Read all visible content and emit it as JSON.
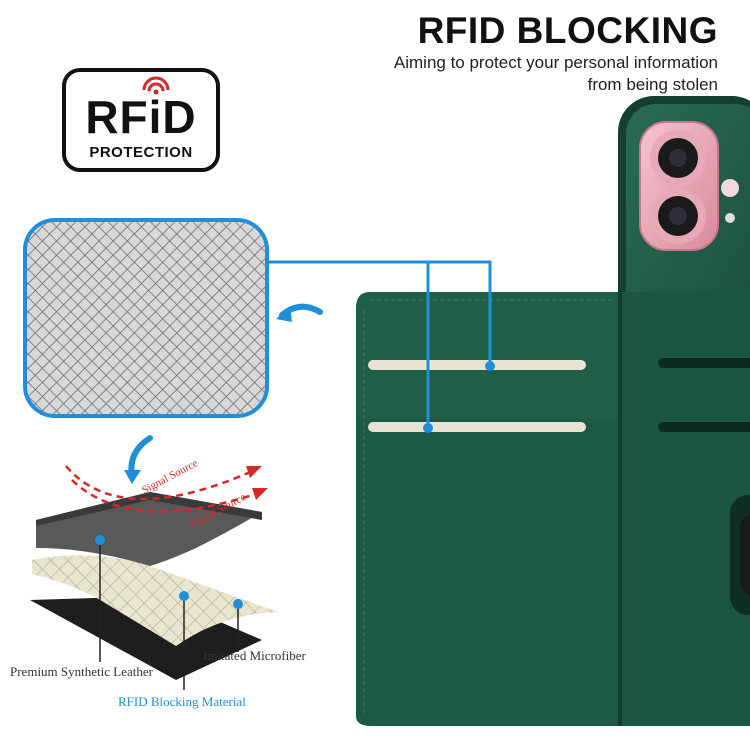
{
  "header": {
    "title": "RFID BLOCKING",
    "subtitle_line1": "Aiming to protect your personal information",
    "subtitle_line2": "from being stolen"
  },
  "badge": {
    "word": "RFiD",
    "caption": "PROTECTION"
  },
  "diagram": {
    "signal_label_1": "Signal Source",
    "signal_label_2": "Signal Source",
    "layer_labels": {
      "leather": "Premium Synthetic Leather",
      "microfiber": "Imitated Microfiber",
      "rfid": "RFID Blocking Material"
    }
  },
  "colors": {
    "accent_blue": "#1f8fd9",
    "leather_green": "#1e5a45",
    "signal_red": "#d62828"
  }
}
